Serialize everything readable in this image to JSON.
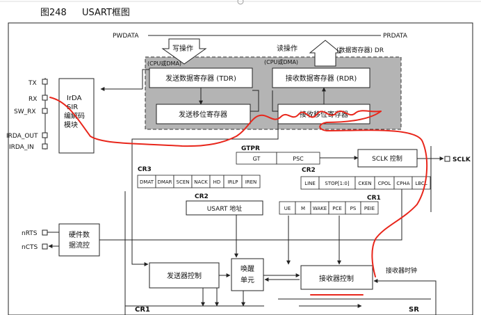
{
  "figure": {
    "number": "图248",
    "title": "USART框图"
  },
  "buses": {
    "pwdata": "PWDATA",
    "prdata": "PRDATA"
  },
  "labels": {
    "write_op": "写操作",
    "read_op": "读操作",
    "cpu_dma_left": "(CPU或DMA)",
    "cpu_dma_right": "(CPU或DMA)",
    "data_register": "(数据寄存器) DR"
  },
  "blocks": {
    "tdr": "发送数据寄存器 (TDR)",
    "rdr": "接收数据寄存器 (RDR)",
    "tx_shift": "发送移位寄存器",
    "rx_shift": "接收移位寄存器",
    "irda_lines": [
      "IrDA",
      "SIR",
      "编解码",
      "模块"
    ],
    "hw_flow_lines": [
      "硬件数",
      "据流控"
    ],
    "usart_addr": "USART 地址",
    "sclk_ctrl": "SCLK 控制",
    "tx_ctrl": "发送器控制",
    "rx_ctrl": "接收器控制",
    "wakeup_lines": [
      "唤醒",
      "单元"
    ],
    "rx_clock": "接收器时钟"
  },
  "pins": {
    "tx": "TX",
    "rx": "RX",
    "sw_rx": "SW_RX",
    "irda_out": "IRDA_OUT",
    "irda_in": "IRDA_IN",
    "nrts": "nRTS",
    "ncts": "nCTS",
    "sclk": "SCLK"
  },
  "registers": {
    "gtpr": {
      "name": "GTPR",
      "fields": [
        "GT",
        "PSC"
      ]
    },
    "cr3": {
      "name": "CR3",
      "fields": [
        "DMAT",
        "DMAR",
        "SCEN",
        "NACK",
        "HD",
        "IRLP",
        "IREN"
      ]
    },
    "cr2_top": {
      "name": "CR2",
      "fields": [
        "LINE",
        "STOP[1:0]",
        "CKEN",
        "CPOL",
        "CPHA",
        "LBCL"
      ]
    },
    "cr2_addr": {
      "name": "CR2"
    },
    "cr1_mid": {
      "name": "CR1",
      "fields": [
        "UE",
        "M",
        "WAKE",
        "PCE",
        "PS",
        "PEIE"
      ]
    },
    "cr1_bottom": {
      "name": "CR1"
    },
    "sr": {
      "name": "SR"
    }
  },
  "colors": {
    "annotation": "#e8261b",
    "shaded_area": "#b4b4b4"
  }
}
